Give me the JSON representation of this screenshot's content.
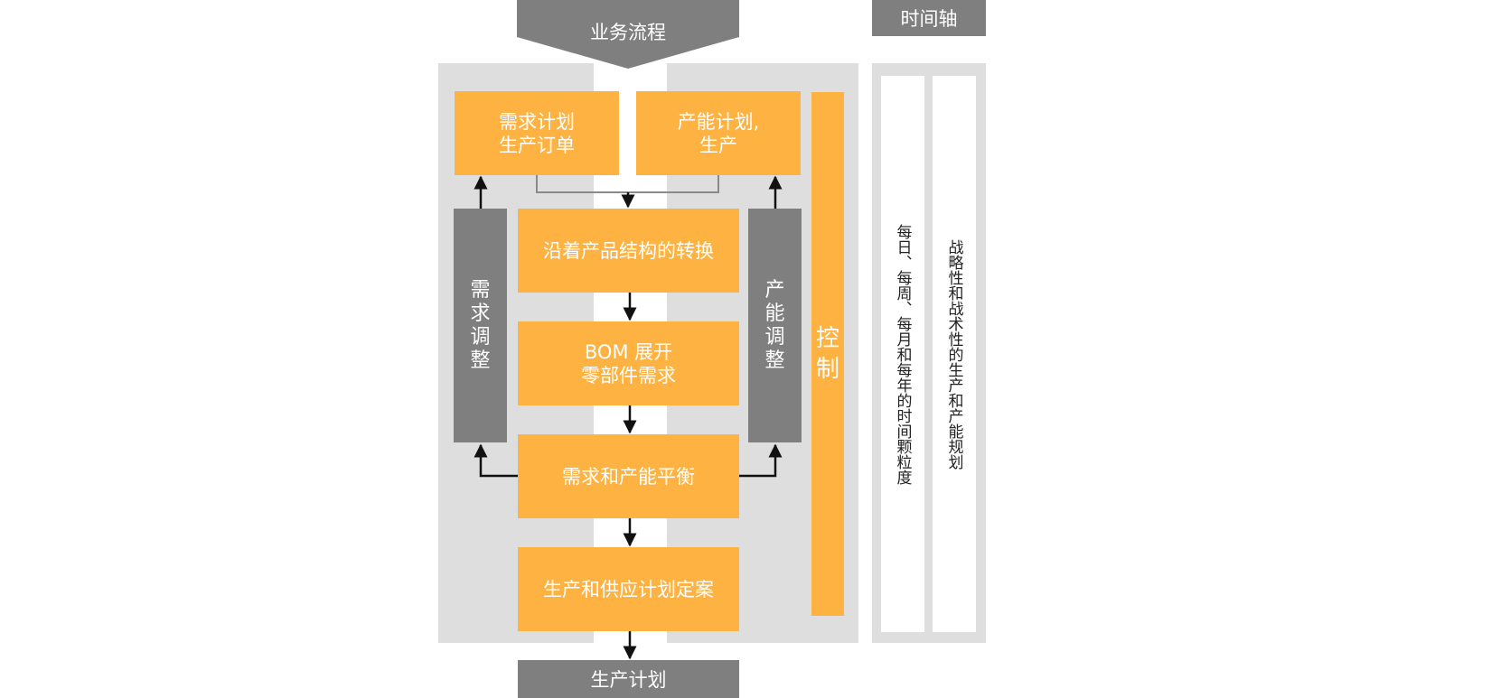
{
  "header": {
    "process_label": "业务流程",
    "timeline_label": "时间轴"
  },
  "boxes": {
    "demand_plan": "需求计划\n生产订单",
    "capacity_plan": "产能计划,\n生产",
    "transform": "沿着产品结构的转换",
    "bom": "BOM 展开\n零部件需求",
    "balance": "需求和产能平衡",
    "finalize": "生产和供应计划定案"
  },
  "side": {
    "demand_adjust": "需求调整",
    "capacity_adjust": "产能调整",
    "control": "控制"
  },
  "output": {
    "label": "生产计划"
  },
  "timeline": {
    "granularity": "每日、每周、每月和每年的时间颗粒度",
    "strategic": "战略性和战术性的生产和产能规划"
  },
  "colors": {
    "orange": "#fdb242",
    "gray": "#7f7f7f",
    "panel": "#dedede",
    "arrow": "#111111"
  }
}
